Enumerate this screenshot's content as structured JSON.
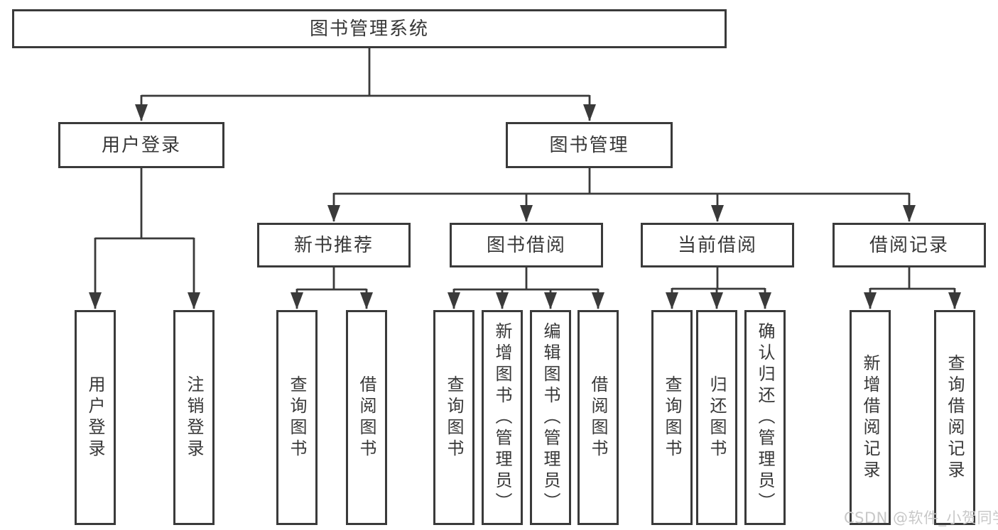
{
  "tree": {
    "root": {
      "label": "图书管理系统",
      "children": [
        {
          "label": "用户登录",
          "children": [
            {
              "label": "用户登录"
            },
            {
              "label": "注销登录"
            }
          ]
        },
        {
          "label": "图书管理",
          "children": [
            {
              "label": "新书推荐",
              "children": [
                {
                  "label": "查询图书"
                },
                {
                  "label": "借阅图书"
                }
              ]
            },
            {
              "label": "图书借阅",
              "children": [
                {
                  "label": "查询图书"
                },
                {
                  "label": "新增图书（管理员）"
                },
                {
                  "label": "编辑图书（管理员）"
                },
                {
                  "label": "借阅图书"
                }
              ]
            },
            {
              "label": "当前借阅",
              "children": [
                {
                  "label": "查询图书"
                },
                {
                  "label": "归还图书"
                },
                {
                  "label": "确认归还（管理员）"
                }
              ]
            },
            {
              "label": "借阅记录",
              "children": [
                {
                  "label": "新增借阅记录"
                },
                {
                  "label": "查询借阅记录"
                }
              ]
            }
          ]
        }
      ]
    }
  },
  "watermark": {
    "text": "CSDN @软件_小贺同学"
  },
  "colors": {
    "line": "#3a3a3a",
    "box_border": "#3a3a3a",
    "text": "#383838",
    "watermark": "#c8c8c8",
    "background": "#ffffff"
  }
}
